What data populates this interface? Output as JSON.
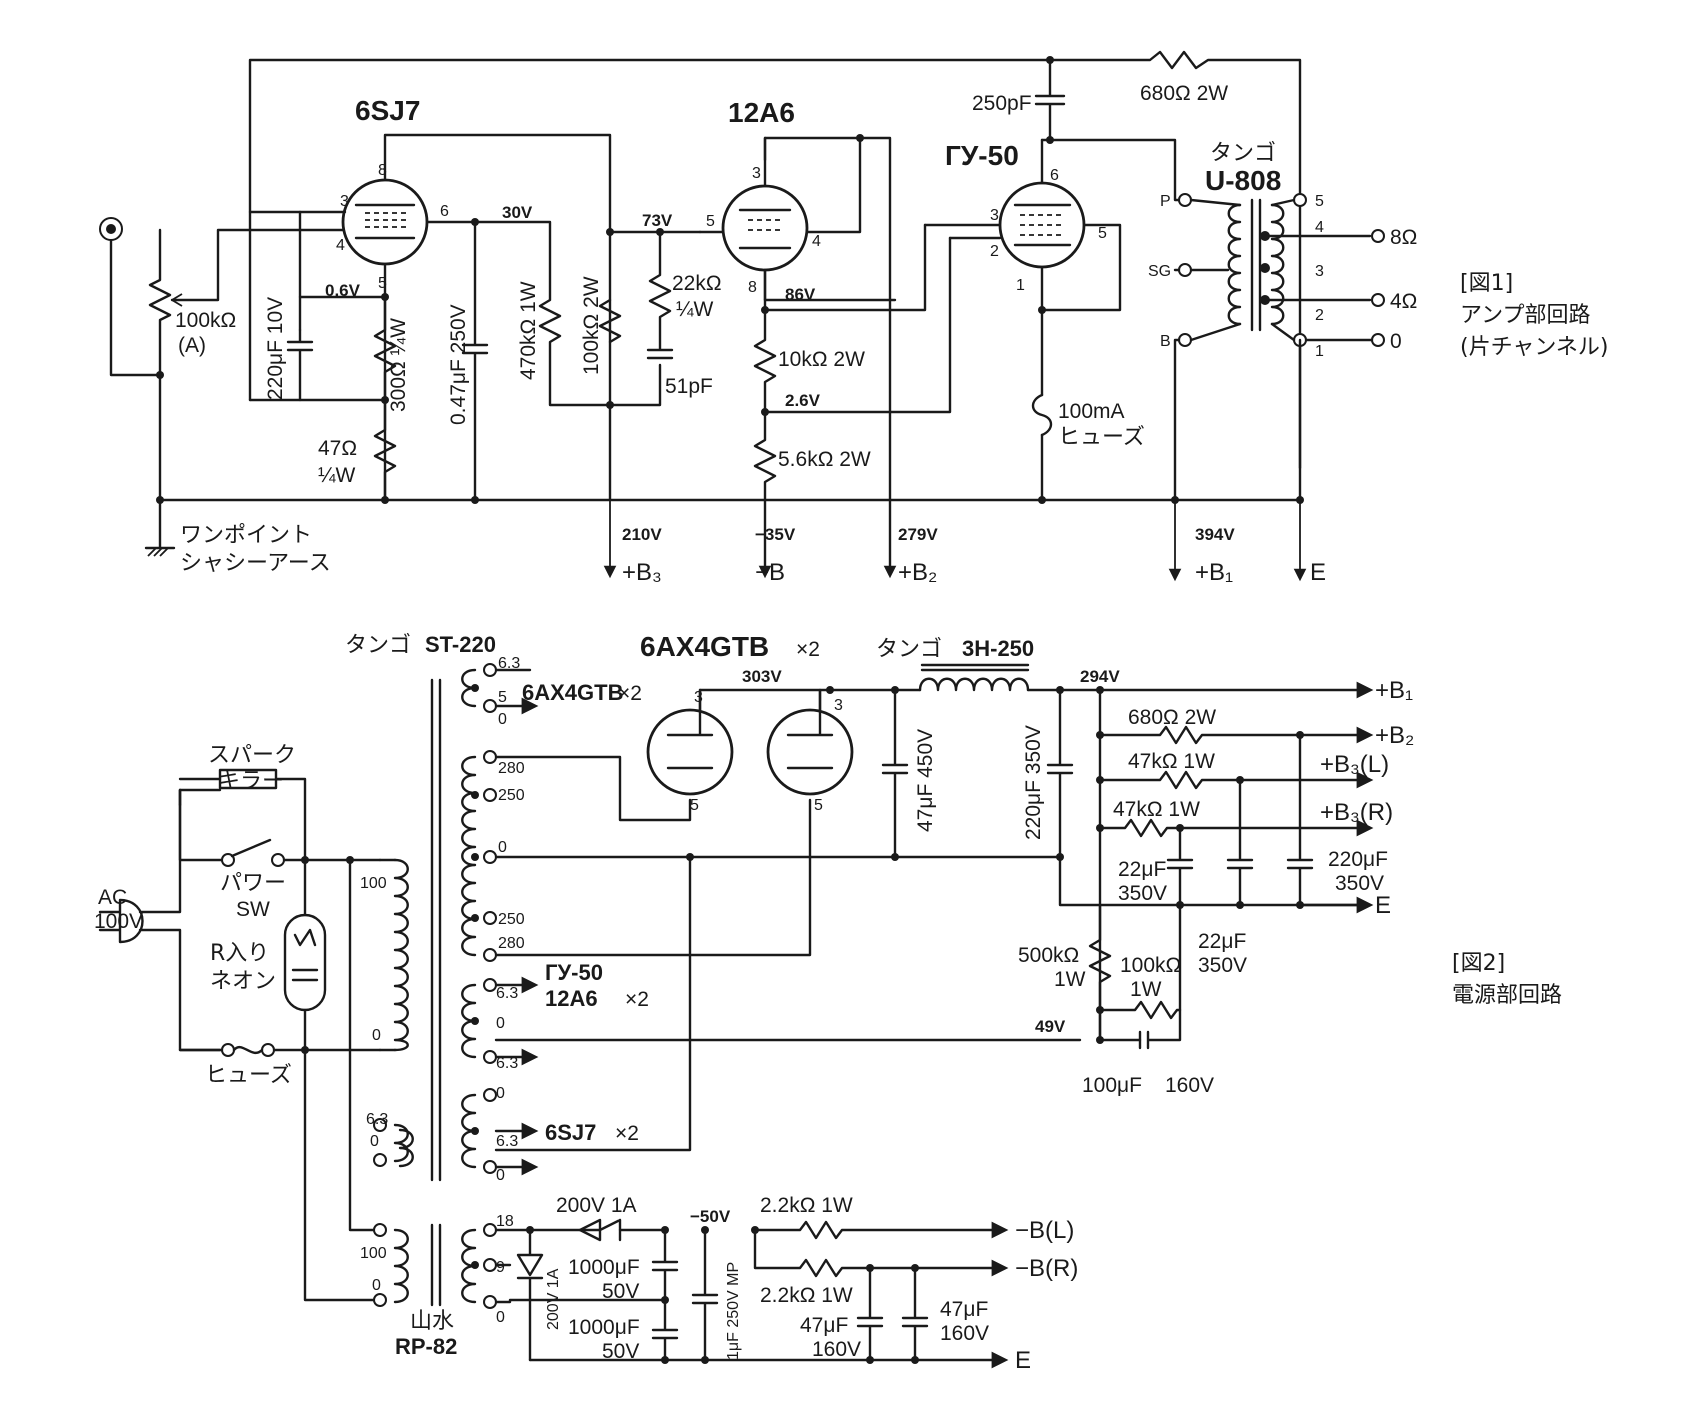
{
  "fig1": {
    "caption_num": "[図1]",
    "caption_l1": "アンプ部回路",
    "caption_l2": "(片チャンネル)",
    "tube1": "6SJ7",
    "tube2": "12A6",
    "tube3": "ГУ-50",
    "transformer_brand": "タンゴ",
    "transformer_model": "U-808",
    "vr": "100kΩ",
    "vr_curve": "(A)",
    "c_220u": "220μF 10V",
    "r_300": "300Ω ¼W",
    "r_47": "47Ω",
    "r_47w": "¼W",
    "c_047": "0.47μF 250V",
    "r_470k": "470kΩ 1W",
    "r_100k": "100kΩ 2W",
    "r_22k": "22kΩ",
    "r_22kw": "¼W",
    "c_51p": "51pF",
    "r_10k": "10kΩ 2W",
    "r_56k": "5.6kΩ 2W",
    "c_250p": "250pF",
    "r_680": "680Ω 2W",
    "fuse": "100mA",
    "fuse_label": "ヒューズ",
    "v_06": "0.6V",
    "v_30": "30V",
    "v_73": "73V",
    "v_86": "86V",
    "v_26": "2.6V",
    "v_210": "210V",
    "v_m35": "−35V",
    "v_279": "279V",
    "v_394": "394V",
    "bus_b3": "+B₃",
    "bus_mb": "−B",
    "bus_b2": "+B₂",
    "bus_b1": "+B₁",
    "bus_e": "E",
    "ground_l1": "ワンポイント",
    "ground_l2": "シャシーアース",
    "otp_p": "P",
    "otp_sg": "SG",
    "otp_b": "B",
    "otp_5": "5",
    "otp_4": "4",
    "otp_3": "3",
    "otp_2": "2",
    "otp_1": "1",
    "out_8": "8Ω",
    "out_4": "4Ω",
    "out_0": "0",
    "pins": {
      "p8": "8",
      "p3": "3",
      "p4": "4",
      "p6": "6",
      "p5": "5",
      "q3": "3",
      "q5": "5",
      "q4": "4",
      "q8": "8",
      "r6": "6",
      "r3": "3",
      "r2": "2",
      "r5": "5",
      "r1": "1"
    }
  },
  "fig2": {
    "caption_num": "[図2]",
    "caption_l1": "電源部回路",
    "pt_brand": "タンゴ",
    "pt_model": "ST-220",
    "rect_tube": "6AX4GTB",
    "rect_count": "×2",
    "choke_brand": "タンゴ",
    "choke_model": "3H-250",
    "spark_l1": "スパーク",
    "spark_l2": "キラー",
    "power_sw_l1": "パワー",
    "power_sw_l2": "SW",
    "ac_l1": "AC",
    "ac_l2": "100V",
    "neon_l1": "R入り",
    "neon_l2": "ネオン",
    "fuse": "ヒューズ",
    "t_63a": "6.3",
    "t_5": "5",
    "t_0a": "0",
    "heater1": "6AX4GTB",
    "heater1_n": "×2",
    "t_280a": "280",
    "t_250a": "250",
    "t_0b": "0",
    "t_250b": "250",
    "t_280b": "280",
    "pri_100": "100",
    "pri_0": "0",
    "t_63b": "6.3",
    "t_0c": "0",
    "t_63c": "6.3",
    "t_0d": "0",
    "t_63d": "6.3",
    "t_0e": "0",
    "t_63e": "6.3",
    "t_0f": "0",
    "heater2a": "ГУ-50",
    "heater2b": "12A6",
    "heater2_n": "×2",
    "heater3": "6SJ7",
    "heater3_n": "×2",
    "v_303": "303V",
    "v_294": "294V",
    "v_49": "49V",
    "c_47_450": "47μF 450V",
    "c_220_350a": "220μF 350V",
    "r_680": "680Ω 2W",
    "r_47k_a": "47kΩ 1W",
    "r_47k_b": "47kΩ 1W",
    "c_22a_1": "22μF",
    "c_22a_2": "350V",
    "c_22b_1": "22μF",
    "c_22b_2": "350V",
    "c_220b_1": "220μF",
    "c_220b_2": "350V",
    "r_500k_1": "500kΩ",
    "r_500k_2": "1W",
    "r_100k_1": "100kΩ",
    "r_100k_2": "1W",
    "c_100_1": "100μF",
    "c_100_2": "160V",
    "bus_b1": "+B₁",
    "bus_b2": "+B₂",
    "bus_b3l": "+B₃(L)",
    "bus_b3r": "+B₃(R)",
    "bus_e": "E",
    "bt_brand": "山水",
    "bt_model": "RP-82",
    "bt_18": "18",
    "bt_9": "9",
    "bt_0": "0",
    "bt_100": "100",
    "bt_0p": "0",
    "diode1": "200V 1A",
    "diode2": "200V 1A",
    "v_m50": "−50V",
    "c_1000a_1": "1000μF",
    "c_1000a_2": "50V",
    "c_1000b_1": "1000μF",
    "c_1000b_2": "50V",
    "c_1u": "1μF 250V MP",
    "r_22k_a": "2.2kΩ 1W",
    "r_22k_b": "2.2kΩ 1W",
    "c_47a_1": "47μF",
    "c_47a_2": "160V",
    "c_47b_1": "47μF",
    "c_47b_2": "160V",
    "bus_mbl": "−B(L)",
    "bus_mbr": "−B(R)",
    "bus_e2": "E",
    "pins": {
      "a3": "3",
      "a5": "5",
      "b3": "3",
      "b5": "5"
    }
  }
}
